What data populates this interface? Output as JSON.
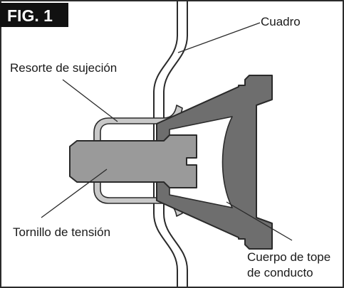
{
  "figure": {
    "label": "FIG. 1",
    "parts": {
      "frame": "Cuadro",
      "retaining_spring": "Resorte de sujeción",
      "tension_screw": "Tornillo de tensión",
      "body_line1": "Cuerpo de tope",
      "body_line2": "de conducto"
    }
  },
  "colors": {
    "badge": "#111111",
    "body_fill": "#6e6e6e",
    "screw_fill": "#9a9a9a",
    "spring_fill": "#c8c8c8",
    "line": "#2a2a2a",
    "interior_fill": "#ffffff"
  }
}
